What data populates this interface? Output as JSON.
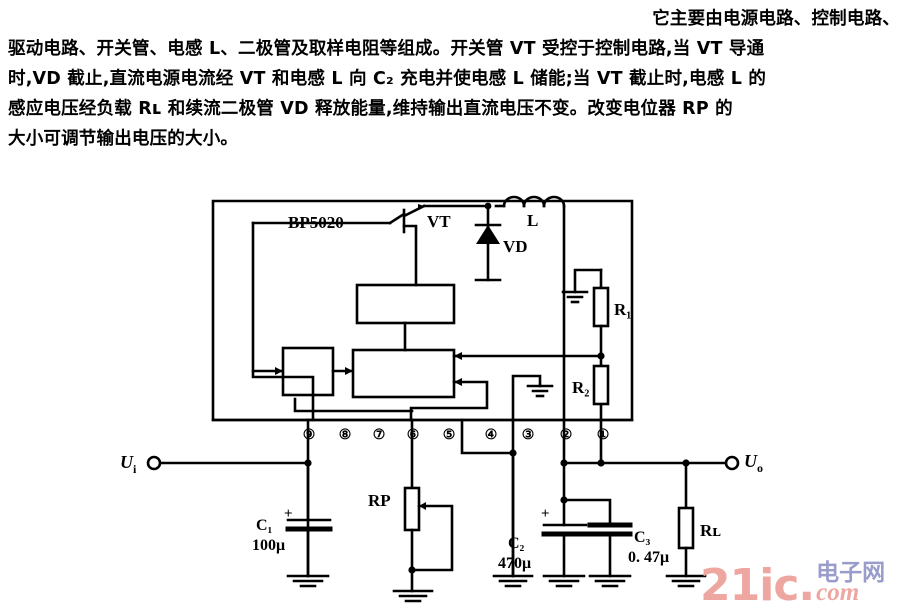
{
  "document": {
    "paragraph_lines": [
      "它主要由电源电路、控制电路、",
      "驱动电路、开关管、电感 L、二极管及取样电阻等组成。开关管 VT 受控于控制电路,当 VT 导通",
      "时,VD 截止,直流电源电流经 VT 和电感 L 向 C₂ 充电并使电感 L 储能;当 VT 截止时,电感 L 的",
      "感应电压经负载 Rʟ 和续流二极管 VD 释放能量,维持输出直流电压不变。改变电位器 RP 的",
      "大小可调节输出电压的大小。"
    ]
  },
  "circuit": {
    "ic_label": "BP5020",
    "components": {
      "transistor": "VT",
      "diode": "VD",
      "inductor": "L",
      "resistor_r1": "R₁",
      "resistor_r2": "R₂",
      "potentiometer": "RP",
      "load_resistor": "Rʟ"
    },
    "capacitors": [
      {
        "name": "C₁",
        "value": "100μ",
        "polarity": "+"
      },
      {
        "name": "C₂",
        "value": "470μ",
        "polarity": "+"
      },
      {
        "name": "C₃",
        "value": "0. 47μ",
        "polarity": ""
      }
    ],
    "terminals": {
      "input": "U",
      "input_sub": "i",
      "output": "U",
      "output_sub": "o"
    },
    "pins": [
      "⑨",
      "⑧",
      "⑦",
      "⑥",
      "⑤",
      "④",
      "③",
      "②",
      "①"
    ],
    "colors": {
      "line": "#000000",
      "background": "#ffffff"
    }
  },
  "watermark": {
    "brand": "21ic",
    "dot": ".",
    "chinese": "电子网",
    "com": "com",
    "brand_color": "#eea6a0",
    "chinese_color": "#9a9ccb"
  }
}
